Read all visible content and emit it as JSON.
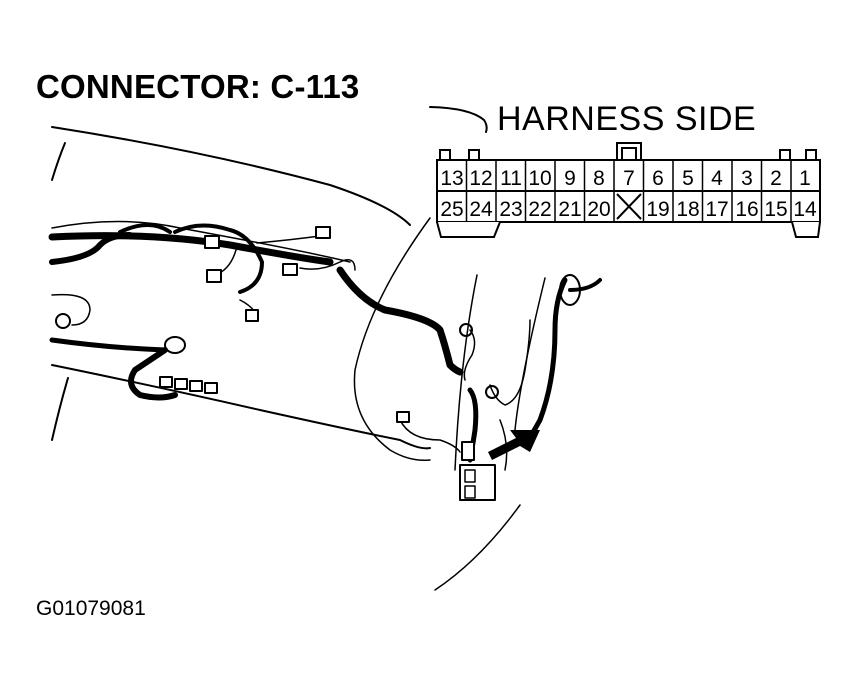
{
  "title": "CONNECTOR: C-113",
  "connector_view_label": "HARNESS SIDE",
  "figure_id": "G01079081",
  "connector": {
    "top_row": [
      "13",
      "12",
      "11",
      "10",
      "9",
      "8",
      "7",
      "6",
      "5",
      "4",
      "3",
      "2",
      "1"
    ],
    "bottom_row": [
      "25",
      "24",
      "23",
      "22",
      "21",
      "20",
      "X",
      "19",
      "18",
      "17",
      "16",
      "15",
      "14"
    ],
    "empty_cavity": "X"
  },
  "illustration": {
    "description": "Wire harness routing behind dashboard with arrow pointing to connector C-113",
    "arrow": "locator-arrow"
  }
}
